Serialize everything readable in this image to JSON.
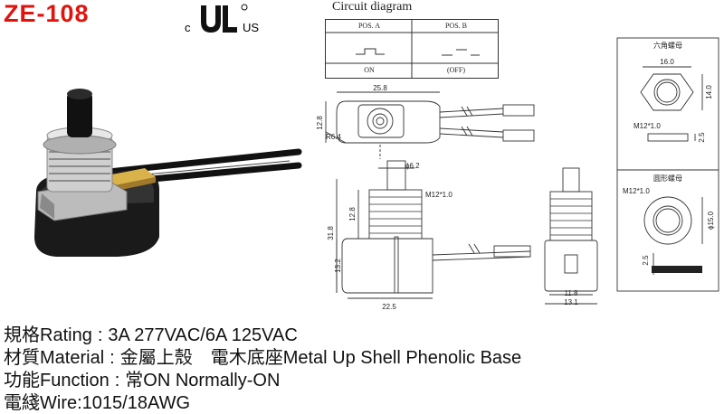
{
  "title": "ZE-108",
  "ul_mark": {
    "left": "c",
    "right": "US"
  },
  "circuit": {
    "title": "Circuit diagram",
    "pos_a": {
      "label": "POS. A",
      "state": "ON"
    },
    "pos_b": {
      "label": "POS. B",
      "state": "(OFF)"
    }
  },
  "nut_hex": {
    "label": "六角螺母",
    "width": "16.0",
    "height": "14.0",
    "thickness": "2.5",
    "thread": "M12*1.0"
  },
  "nut_round": {
    "label": "圆形螺母",
    "diameter": "ϕ15.0",
    "thickness": "2.5",
    "thread": "M12*1.0"
  },
  "top_view": {
    "width": "25.8",
    "height": "12.8",
    "radius": "R6.4"
  },
  "front_view": {
    "stem": "ϕ6.2",
    "thread": "M12*1.0",
    "total_h": "31.8",
    "thread_h": "12.8",
    "body_h": "13.2",
    "body_w": "22.5"
  },
  "side_view": {
    "w1": "11.8",
    "w2": "13.1"
  },
  "specs": [
    {
      "cn": "規格",
      "en": "Rating",
      "value": "3A 277VAC/6A 125VAC"
    },
    {
      "cn": "材質",
      "en": "Material",
      "value": "金屬上殼　電木底座Metal Up Shell  Phenolic Base"
    },
    {
      "cn": "功能",
      "en": "Function",
      "value": "常ON Normally-ON"
    },
    {
      "cn": "電綫",
      "en": "Wire",
      "value": "1015/18AWG"
    }
  ]
}
